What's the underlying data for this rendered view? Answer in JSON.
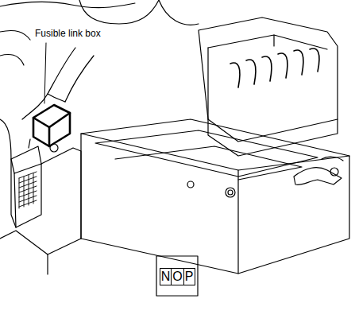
{
  "diagram": {
    "nodes": [
      {
        "text": [
          "N"
        ]
      },
      {
        "text": [
          "O"
        ]
      },
      {
        "text": [
          "P"
        ]
      }
    ],
    "labels": [
      "Fusible link box"
    ]
  }
}
